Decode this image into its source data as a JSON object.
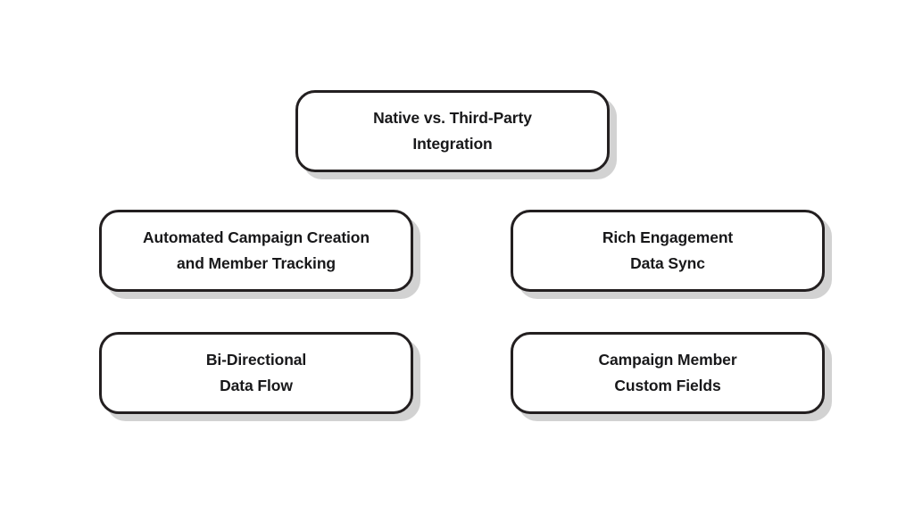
{
  "diagram": {
    "background_color": "#ffffff",
    "border_color": "#231f20",
    "shadow_color": "#d2d2d2",
    "text_color": "#18181a",
    "root": {
      "id": "native-vs-third-party-integration",
      "label": "Native vs. Third-Party\nIntegration"
    },
    "branches": [
      {
        "id": "automated-campaign-creation-and-member-tracking",
        "label": "Automated Campaign Creation\nand Member Tracking"
      },
      {
        "id": "rich-engagement-data-sync",
        "label": "Rich Engagement\nData Sync"
      },
      {
        "id": "bi-directional-data-flow",
        "label": "Bi-Directional\nData Flow"
      },
      {
        "id": "campaign-member-custom-fields",
        "label": "Campaign Member\nCustom Fields"
      }
    ]
  }
}
